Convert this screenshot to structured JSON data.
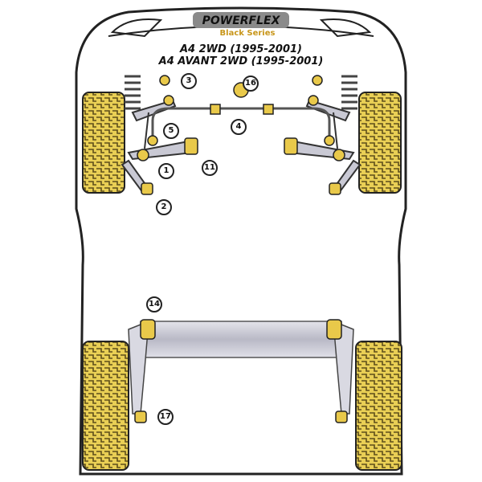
{
  "logo": {
    "brand": "POWERFLEX",
    "series": "Black Series"
  },
  "titles": [
    "A4 2WD (1995-2001)",
    "A4 AVANT 2WD (1995-2001)"
  ],
  "callouts": [
    "3",
    "16",
    "4",
    "5",
    "1",
    "11",
    "2",
    "14",
    "17"
  ],
  "colors": {
    "bush": "#e9c94a",
    "tyre": "#e9cf55",
    "tread": "#6b5a1e",
    "body": "#222222",
    "beam": "#c9c9d4"
  }
}
